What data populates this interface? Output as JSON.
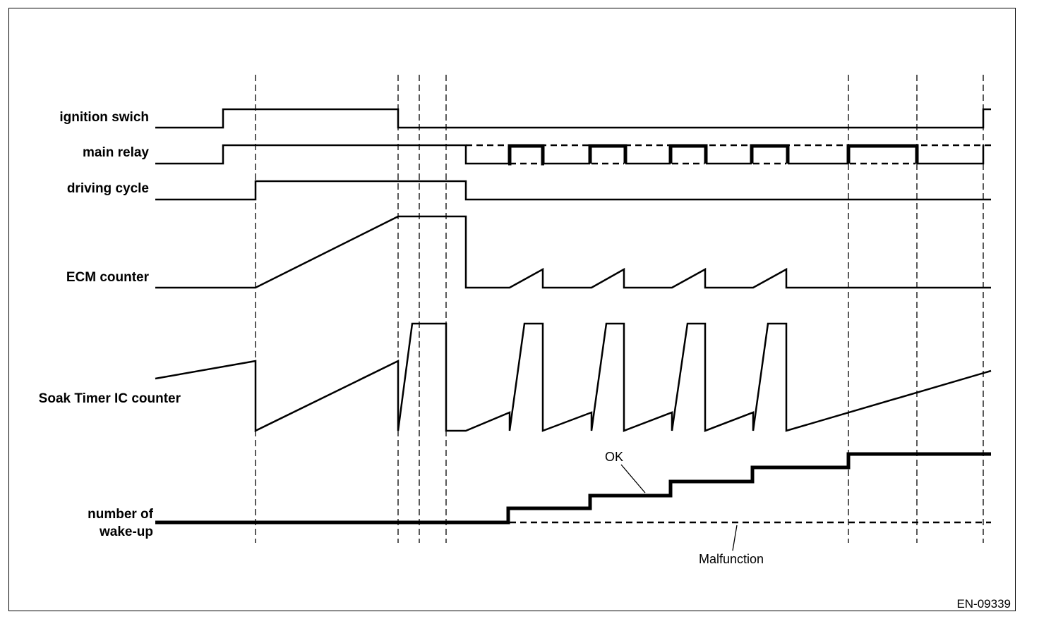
{
  "signals": {
    "ignition": "ignition swich",
    "main_relay": "main relay",
    "driving_cycle": "driving cycle",
    "ecm_counter": "ECM counter",
    "soak_timer": "Soak Timer IC counter",
    "wakeup_line1": "number of",
    "wakeup_line2": "wake-up"
  },
  "annotations": {
    "ok": "OK",
    "malfunction": "Malfunction"
  },
  "figure_id": "EN-09339",
  "colors": {
    "line": "#000000",
    "background": "#ffffff"
  }
}
